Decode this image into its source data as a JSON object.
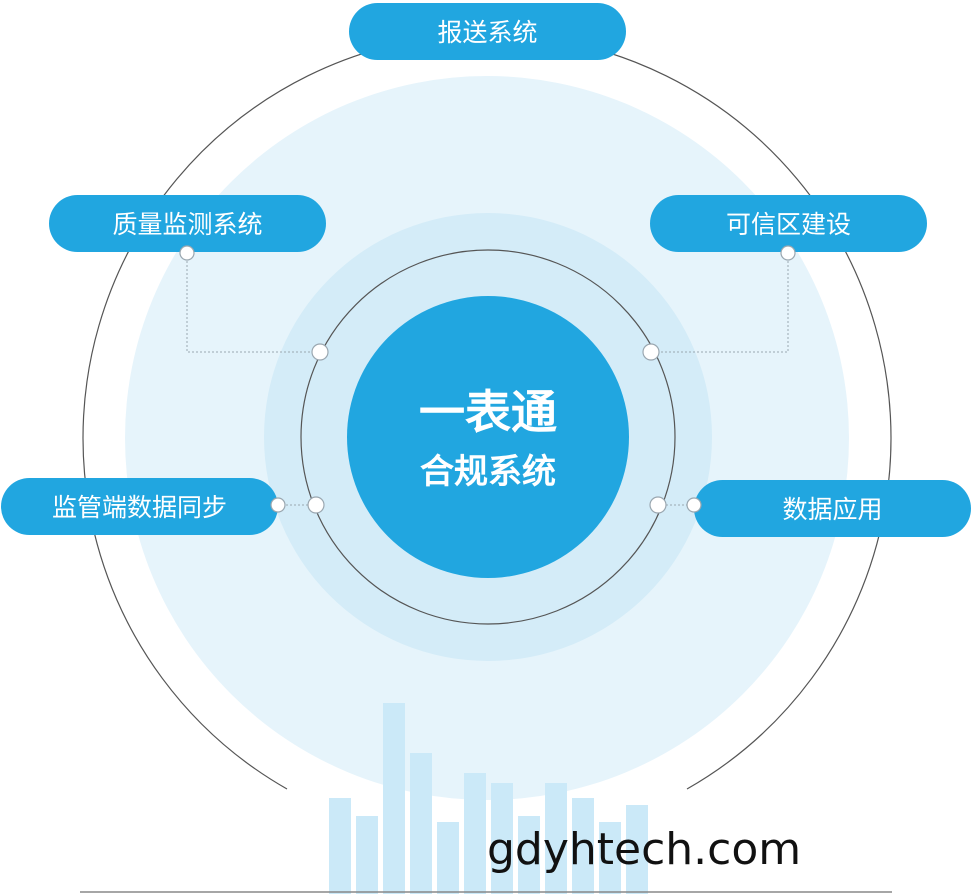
{
  "center": {
    "title": "一表通",
    "subtitle": "合规系统"
  },
  "modules": {
    "top": "报送系统",
    "upper_left": "质量监测系统",
    "upper_right": "可信区建设",
    "lower_left": "监管端数据同步",
    "lower_right": "数据应用"
  },
  "watermark": "gdyhtech.com",
  "colors": {
    "primary_blue": "#21a6e0",
    "pale_blue": "#e6f4fb",
    "ring_blue": "#d4ecf8",
    "bar_blue": "#cbe9f8",
    "line_gray": "#555555"
  }
}
